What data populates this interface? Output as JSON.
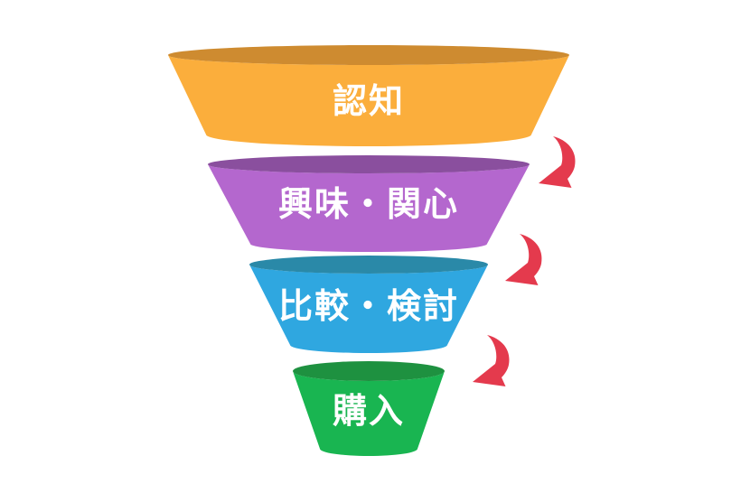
{
  "diagram": {
    "background": "#ffffff",
    "text_color": "#ffffff",
    "arrow_color": "#e43a4d",
    "stages": [
      {
        "label": "認知",
        "body_color": "#fbae3c",
        "top_color": "#ce8b30"
      },
      {
        "label": "興味・関心",
        "body_color": "#b467ce",
        "top_color": "#8a4f9e"
      },
      {
        "label": "比較・検討",
        "body_color": "#2fa7e0",
        "top_color": "#2a89a8"
      },
      {
        "label": "購入",
        "body_color": "#19b551",
        "top_color": "#1e9140"
      }
    ]
  }
}
